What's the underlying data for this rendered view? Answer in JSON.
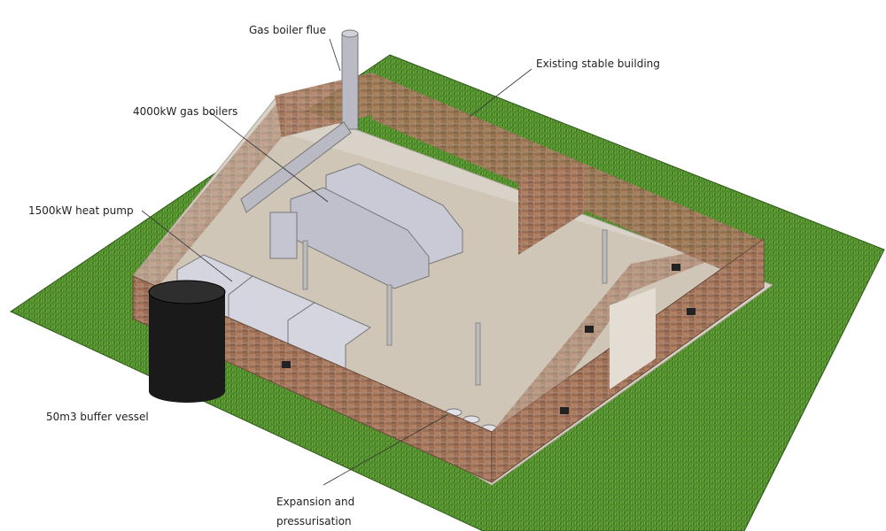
{
  "labels": {
    "flue": "Gas boiler flue",
    "stable": "Existing stable building",
    "boilers": "4000kW gas boilers",
    "heat_pump": "1500kW heat pump",
    "buffer": "50m3 buffer vessel",
    "expansion_1": "Expansion and",
    "expansion_2": "pressurisation"
  },
  "colors": {
    "grass": "#4f8a2c",
    "floor": "#cfc6b8",
    "brick": "#9c6e55",
    "equipment": "#c9cad6",
    "vessel": "#1a1a1a"
  }
}
